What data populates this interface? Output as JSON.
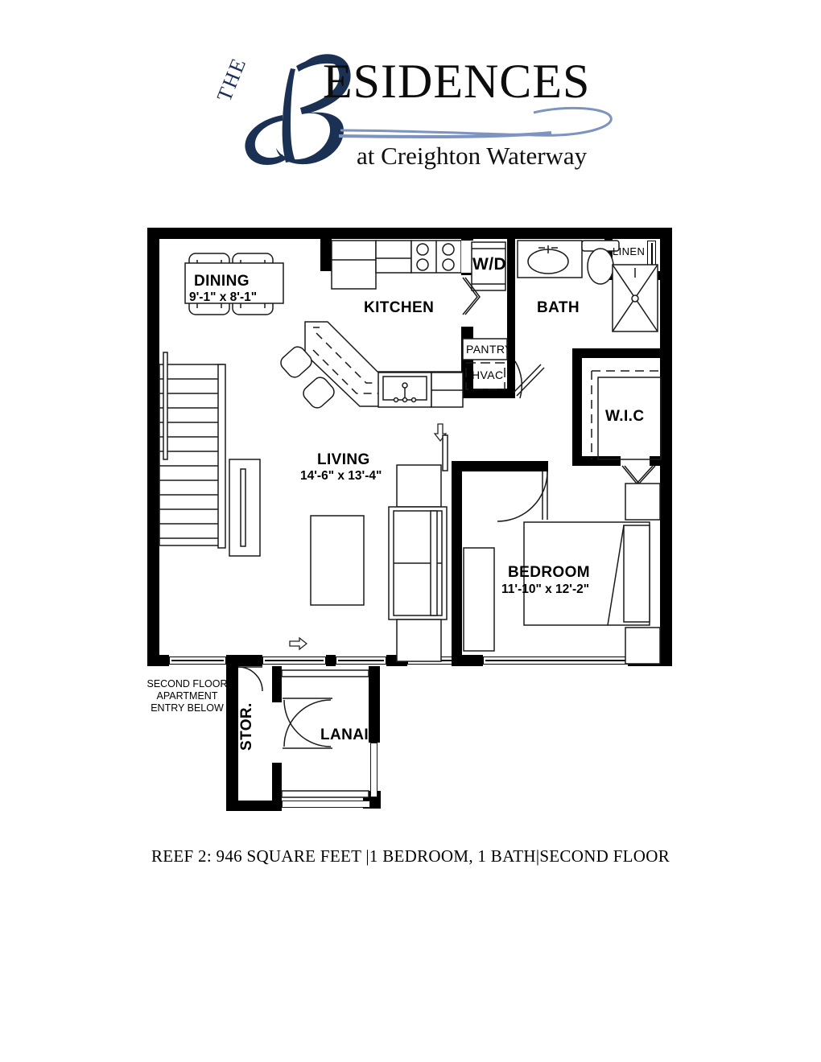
{
  "logo": {
    "the": "THE",
    "initial": "R",
    "main": "ESIDENCES",
    "sub": "at Creighton Waterway",
    "accent_color": "#1b3154",
    "swoosh_color": "#7d93c0"
  },
  "plan": {
    "rooms": [
      {
        "name": "DINING",
        "dimensions": "9'-1\" x 8'-1\""
      },
      {
        "name": "KITCHEN",
        "dimensions": ""
      },
      {
        "name": "BATH",
        "dimensions": ""
      },
      {
        "name": "LIVING",
        "dimensions": "14'-6\" x 13'-4\""
      },
      {
        "name": "BEDROOM",
        "dimensions": "11'-10\" x 12'-2\""
      },
      {
        "name": "W.I.C",
        "dimensions": ""
      },
      {
        "name": "LANAI",
        "dimensions": ""
      },
      {
        "name": "STOR.",
        "dimensions": ""
      }
    ],
    "labels": {
      "dining": "DINING",
      "dining_dim": "9'-1\" x 8'-1\"",
      "kitchen": "KITCHEN",
      "bath": "BATH",
      "living": "LIVING",
      "living_dim": "14'-6\" x 13'-4\"",
      "bedroom": "BEDROOM",
      "bedroom_dim": "11'-10\" x 12'-2\"",
      "wic": "W.I.C",
      "lanai": "LANAI",
      "stor": "STOR.",
      "wd": "W/D",
      "pantry": "PANTRY",
      "hvac": "HVAC",
      "linen": "LINEN"
    },
    "entry_note": "SECOND FLOOR\nAPARTMENT\nENTRY BELOW",
    "entry_note_lines": [
      "SECOND FLOOR",
      "APARTMENT",
      "ENTRY BELOW"
    ]
  },
  "caption": "REEF 2: 946 SQUARE FEET |1 BEDROOM, 1 BATH|SECOND FLOOR"
}
